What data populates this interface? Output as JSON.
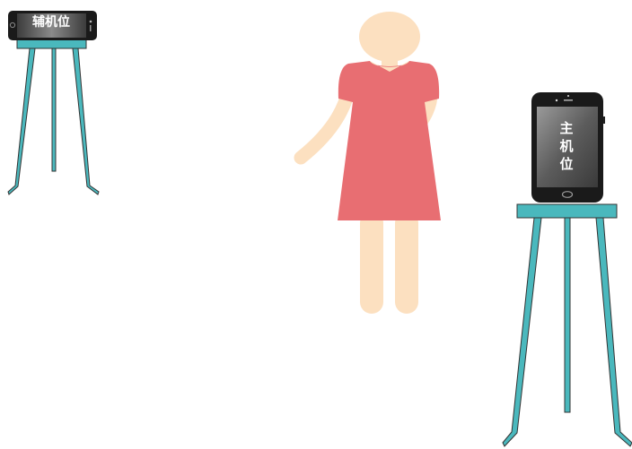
{
  "cameras": {
    "aux": {
      "label": "辅机位",
      "orientation": "landscape"
    },
    "main": {
      "label_chars": [
        "主",
        "机",
        "位"
      ],
      "orientation": "portrait"
    }
  },
  "person": {
    "figure": "woman-in-dress",
    "dress_color": "#e86e72",
    "skin_color": "#fce0c0"
  },
  "colors": {
    "stand": "#4ab8bd",
    "stand_outline": "#333333",
    "phone_body": "#1a1a1a"
  }
}
